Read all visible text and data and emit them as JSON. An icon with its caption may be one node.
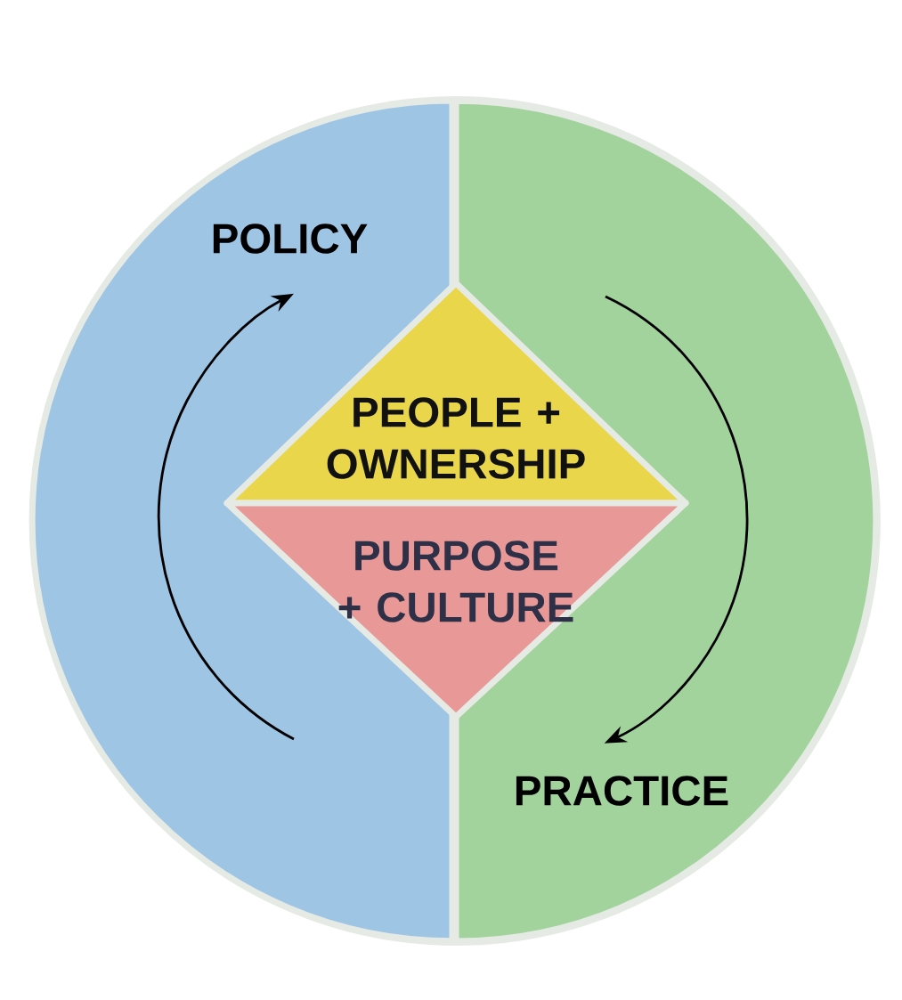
{
  "diagram": {
    "nodes": [
      {
        "text": [
          "POLICY"
        ]
      },
      {
        "text": [
          "PRACTICE"
        ]
      },
      {
        "text": [
          "PEOPLE + OWNERSHIP"
        ]
      },
      {
        "text": [
          "PURPOSE + CULTURE"
        ]
      }
    ]
  }
}
